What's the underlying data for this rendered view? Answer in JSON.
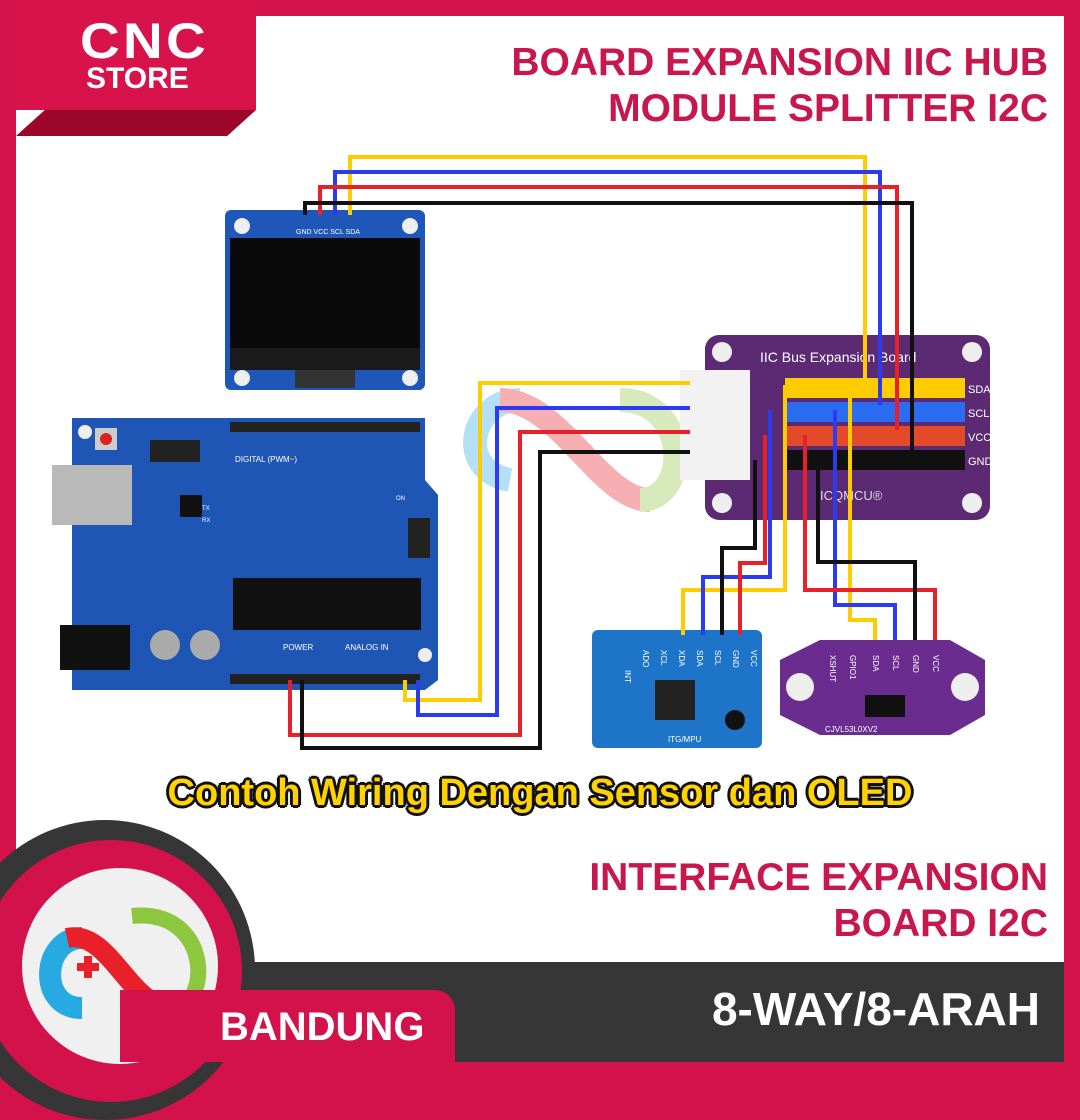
{
  "brand": {
    "line1": "CNC",
    "line2": "STORE",
    "city": "BANDUNG"
  },
  "title_top": {
    "line1": "BOARD EXPANSION IIC HUB",
    "line2": "MODULE SPLITTER I2C"
  },
  "title_bottom": {
    "line1": "INTERFACE EXPANSION",
    "line2": "BOARD I2C"
  },
  "variant": "8-WAY/8-ARAH",
  "caption": "Contoh Wiring Dengan Sensor dan OLED",
  "oled": {
    "pins": "GND VCC SCL SDA"
  },
  "hub": {
    "title": "IIC Bus Expansion Board",
    "maker": "ICQMCU®",
    "pins": [
      "SDA",
      "SCL",
      "VCC",
      "GND"
    ]
  },
  "arduino": {
    "digital": "DIGITAL (PWM~)",
    "power": "POWER",
    "analog": "ANALOG IN",
    "on": "ON",
    "tx": "TX",
    "rx": "RX"
  },
  "mpu": {
    "pins": [
      "INT",
      "ADO",
      "XCL",
      "XDA",
      "SDA",
      "SCL",
      "GND",
      "VCC"
    ],
    "label": "ITG/MPU"
  },
  "tof": {
    "pins": [
      "XSHUT",
      "GPIO1",
      "SDA",
      "SCL",
      "GND",
      "VCC"
    ],
    "label": "CJVL53L0XV2"
  },
  "colors": {
    "brand_red": "#d3114a",
    "yellow": "#ffcc00",
    "blue": "#2b3bf0",
    "red": "#e8202a",
    "black": "#111111"
  }
}
